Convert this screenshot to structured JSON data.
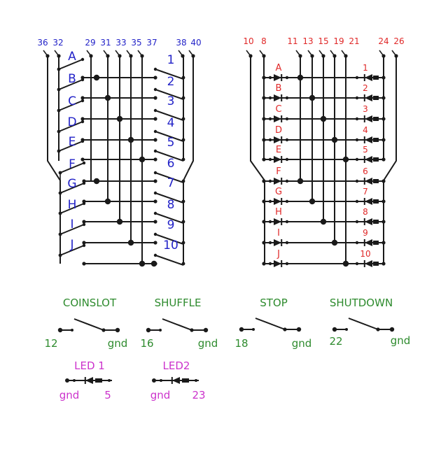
{
  "colors": {
    "blue": "#2323c8",
    "red": "#e02828",
    "green": "#2e8b2e",
    "magenta": "#cc33cc",
    "wire": "#1a1a1a"
  },
  "left_matrix": {
    "top_pins": [
      "36",
      "32",
      "29",
      "31",
      "33",
      "35",
      "37",
      "38",
      "40"
    ],
    "switch_letters": [
      "A",
      "B",
      "C",
      "D",
      "E",
      "F",
      "G",
      "H",
      "I",
      "J"
    ],
    "switch_numbers": [
      "1",
      "2",
      "3",
      "4",
      "5",
      "6",
      "7",
      "8",
      "9",
      "10"
    ]
  },
  "right_matrix": {
    "top_pins": [
      "10",
      "8",
      "11",
      "13",
      "15",
      "19",
      "21",
      "24",
      "26"
    ],
    "diode_letters": [
      "A",
      "B",
      "C",
      "D",
      "E",
      "F",
      "G",
      "H",
      "I",
      "J"
    ],
    "diode_numbers": [
      "1",
      "2",
      "3",
      "4",
      "5",
      "6",
      "7",
      "8",
      "9",
      "10"
    ]
  },
  "buttons": [
    {
      "label": "COINSLOT",
      "pin": "12",
      "gnd": "gnd"
    },
    {
      "label": "SHUFFLE",
      "pin": "16",
      "gnd": "gnd"
    },
    {
      "label": "STOP",
      "pin": "18",
      "gnd": "gnd"
    },
    {
      "label": "SHUTDOWN",
      "pin": "22",
      "gnd": "gnd"
    }
  ],
  "leds": [
    {
      "label": "LED 1",
      "gnd": "gnd",
      "pin": "5"
    },
    {
      "label": "LED2",
      "gnd": "gnd",
      "pin": "23"
    }
  ]
}
